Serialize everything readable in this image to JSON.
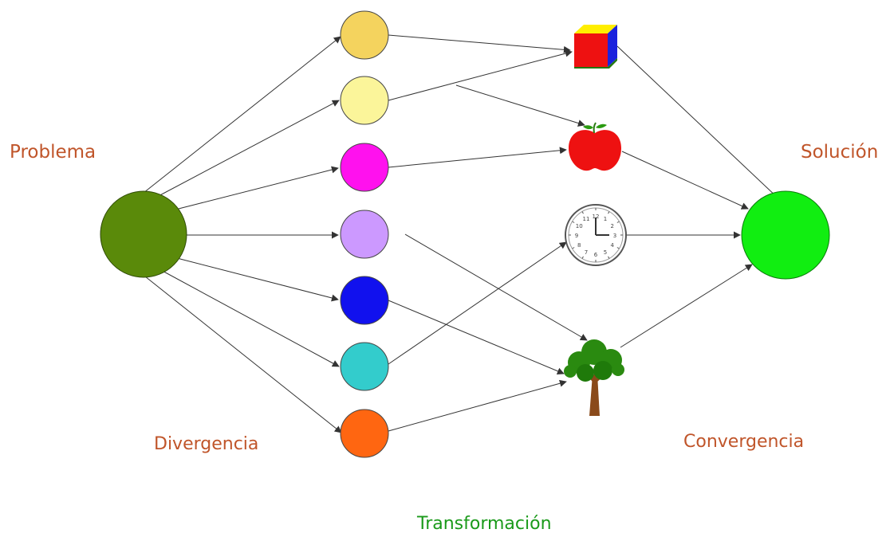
{
  "labels": {
    "problem": "Problema",
    "solution": "Solución",
    "divergence": "Divergencia",
    "convergence": "Convergencia",
    "transformation": "Transformación"
  },
  "colors": {
    "problem_node": "#5a8a0a",
    "solution_node": "#11ee11",
    "idea_nodes": [
      "#f4d35e",
      "#fbf59a",
      "#ff11ee",
      "#cc99ff",
      "#1111ee",
      "#33cccc",
      "#ff6611"
    ],
    "label_text": "#c0552a",
    "transformation_text": "#1a9a1a",
    "arrow": "#333333"
  },
  "icons": [
    "cube-icon",
    "apple-icon",
    "clock-icon",
    "tree-icon"
  ],
  "clock_numbers": [
    "12",
    "1",
    "2",
    "3",
    "4",
    "5",
    "6",
    "7",
    "8",
    "9",
    "10",
    "11"
  ]
}
